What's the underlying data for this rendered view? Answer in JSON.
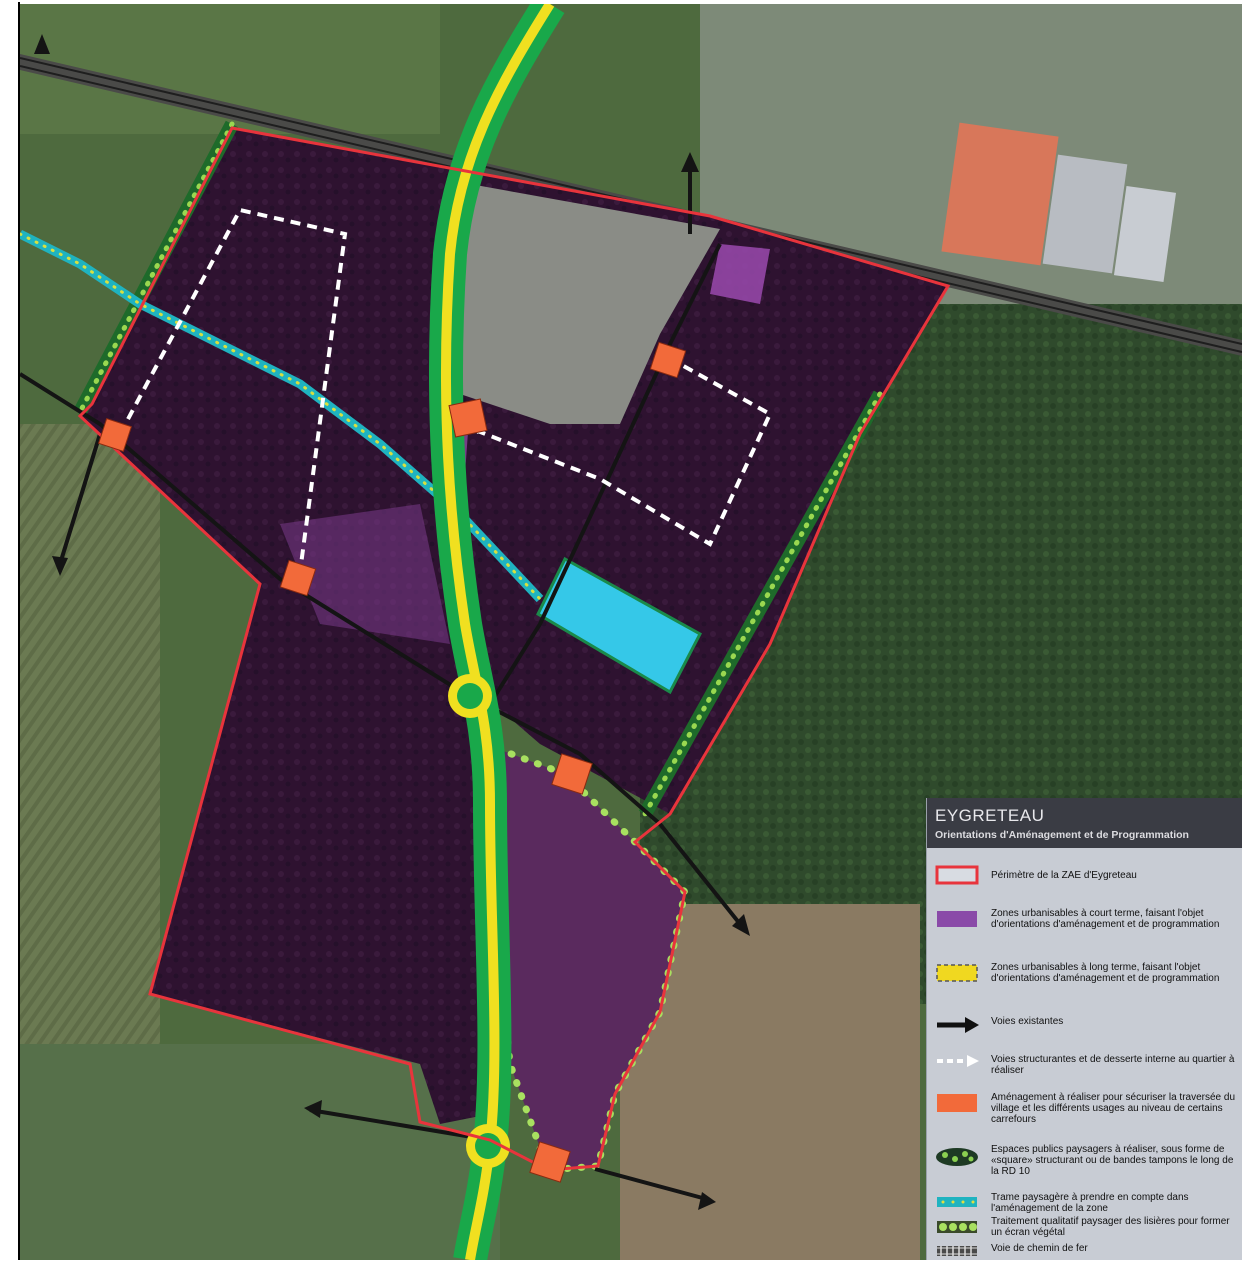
{
  "legend": {
    "title": "EYGRETEAU",
    "subtitle": "Orientations d'Aménagement et de Programmation",
    "items": [
      {
        "symbol": "perimeter-outline",
        "label": "Périmètre de la ZAE d'Eygreteau"
      },
      {
        "symbol": "purple-zone",
        "label": "Zones urbanisables à court terme, faisant l'objet d'orientations d'aménagement et de programmation"
      },
      {
        "symbol": "yellow-zone",
        "label": "Zones urbanisables à long terme, faisant l'objet d'orientations d'aménagement et de programmation"
      },
      {
        "symbol": "black-arrow",
        "label": "Voies existantes"
      },
      {
        "symbol": "white-dashed-arrow",
        "label": "Voies structurantes et de desserte interne au quartier à réaliser"
      },
      {
        "symbol": "orange-square",
        "label": "Aménagement à réaliser pour sécuriser la traversée du village et les différents usages au niveau de certains carrefours"
      },
      {
        "symbol": "green-square",
        "label": "Espaces publics paysagers à réaliser, sous forme de «square» structurant ou de bandes tampons le long de la RD 10"
      },
      {
        "symbol": "blue-corridor",
        "label": "Trame paysagère à prendre en compte dans l'aménagement de la zone"
      },
      {
        "symbol": "green-dots",
        "label": "Traitement qualitatif paysager des lisières pour former un écran végétal"
      },
      {
        "symbol": "railway",
        "label": "Voie de chemin de fer"
      }
    ]
  },
  "colors": {
    "perimeter": "#e8343c",
    "short_term_zone": "#3a1537",
    "long_term_zone": "#5a2a5e",
    "road": "#f0e020",
    "road_edge": "#19a84a",
    "crossing": "#f26a3a",
    "landscape_corridor": "#1fb3c0",
    "screen_dots": "#a8e060",
    "water_square": "#35c8e8"
  }
}
